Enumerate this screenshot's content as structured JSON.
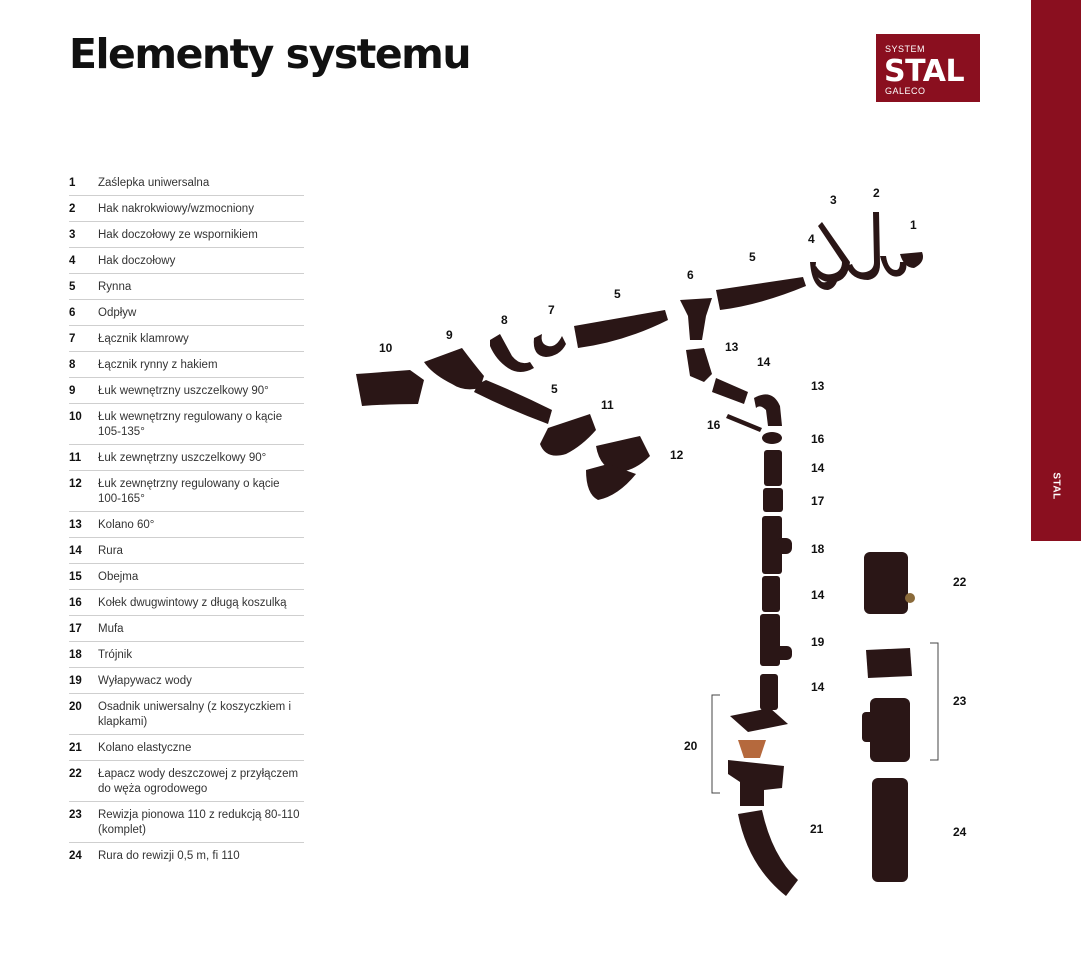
{
  "title": "Elementy systemu",
  "logo": {
    "line1": "SYSTEM",
    "line2": "STAL",
    "line3": "GALECO"
  },
  "side_tab": "STAL",
  "legend": [
    {
      "num": "1",
      "label": "Zaślepka uniwersalna"
    },
    {
      "num": "2",
      "label": "Hak nakrokwiowy/wzmocniony"
    },
    {
      "num": "3",
      "label": "Hak doczołowy ze wspornikiem"
    },
    {
      "num": "4",
      "label": "Hak doczołowy"
    },
    {
      "num": "5",
      "label": "Rynna"
    },
    {
      "num": "6",
      "label": "Odpływ"
    },
    {
      "num": "7",
      "label": "Łącznik klamrowy"
    },
    {
      "num": "8",
      "label": "Łącznik rynny z hakiem"
    },
    {
      "num": "9",
      "label": "Łuk wewnętrzny uszczelkowy 90°"
    },
    {
      "num": "10",
      "label": "Łuk wewnętrzny regulowany o kącie 105-135°"
    },
    {
      "num": "11",
      "label": "Łuk zewnętrzny uszczelkowy 90°"
    },
    {
      "num": "12",
      "label": "Łuk zewnętrzny regulowany o kącie 100-165°"
    },
    {
      "num": "13",
      "label": "Kolano 60°"
    },
    {
      "num": "14",
      "label": "Rura"
    },
    {
      "num": "15",
      "label": "Obejma"
    },
    {
      "num": "16",
      "label": "Kołek dwugwintowy z długą koszulką"
    },
    {
      "num": "17",
      "label": "Mufa"
    },
    {
      "num": "18",
      "label": "Trójnik"
    },
    {
      "num": "19",
      "label": "Wyłapywacz wody"
    },
    {
      "num": "20",
      "label": "Osadnik uniwersalny (z koszyczkiem i klapkami)"
    },
    {
      "num": "21",
      "label": "Kolano elastyczne"
    },
    {
      "num": "22",
      "label": "Łapacz wody deszczowej z przyłączem do węża ogrodowego"
    },
    {
      "num": "23",
      "label": "Rewizja pionowa 110 z redukcją 80-110 (komplet)"
    },
    {
      "num": "24",
      "label": "Rura do rewizji 0,5 m, fi 110"
    }
  ],
  "callouts": [
    "1",
    "2",
    "3",
    "4",
    "5",
    "6",
    "5",
    "7",
    "8",
    "9",
    "10",
    "5",
    "11",
    "12",
    "13",
    "14",
    "13",
    "16",
    "16",
    "14",
    "17",
    "18",
    "14",
    "19",
    "14",
    "20",
    "21",
    "22",
    "23",
    "24"
  ]
}
